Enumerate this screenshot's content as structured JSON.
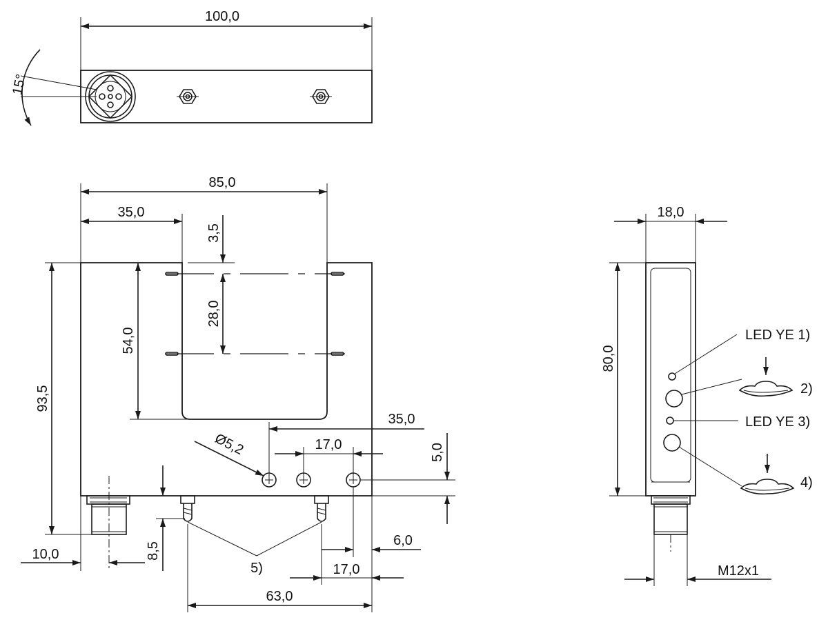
{
  "top_view": {
    "length": "100,0",
    "angle": "15°"
  },
  "front_view": {
    "width_85": "85,0",
    "width_35": "35,0",
    "offset_3_5": "3,5",
    "slot_28": "28,0",
    "slot_depth_54": "54,0",
    "height_93_5": "93,5",
    "hole_dia": "Ø5,2",
    "hole_dist_35": "35,0",
    "hole_pitch_17": "17,0",
    "hole_height_5": "5,0",
    "connector_10": "10,0",
    "fitting_8_5": "8,5",
    "fitting_callout": "5)",
    "fitting_6": "6,0",
    "fitting_17": "17,0",
    "fitting_63": "63,0"
  },
  "side_view": {
    "width_18": "18,0",
    "height_80": "80,0",
    "led1": "LED YE 1)",
    "button2": "2)",
    "led3": "LED YE 3)",
    "button4": "4)",
    "thread": "M12x1"
  }
}
